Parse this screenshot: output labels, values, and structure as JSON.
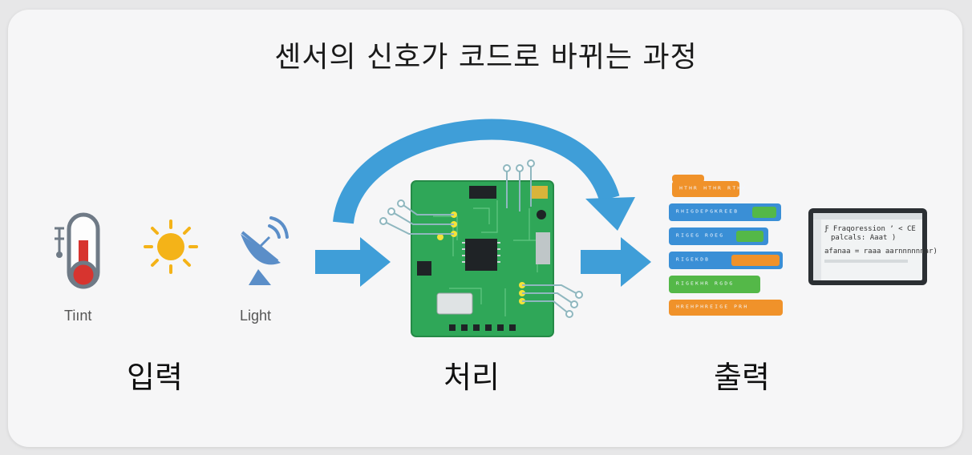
{
  "title": "센서의 신호가 코드로 바뀌는 과정",
  "stages": {
    "input": "입력",
    "process": "처리",
    "output": "출력"
  },
  "sensor_labels": {
    "temp": "Tiınt",
    "light": "Light"
  },
  "code_blocks": [
    {
      "text": "ᴴᵀᴴᴿ ᴴᵀᴴᴿ ᴿᵀᴴᴷ",
      "color": "#f0922a"
    },
    {
      "text": "ᴿᴴᴵᴳᴰᴱᴾᴳᴷᴿᴱᴱᴮ",
      "color": "#3a8fd6"
    },
    {
      "text": "ᴿᴵᴳᴱᴳ ᴿᴼᴱᴳ",
      "color": "#3a8fd6"
    },
    {
      "text": "ᴿᴵᴳᴱᴷᴰᴮ",
      "color": "#3a8fd6"
    },
    {
      "text": "ᴿᴵᴳᴱᴷᴴᴿ ᴿᴳᴰᴳ",
      "color": "#54b848"
    },
    {
      "text": "ᴴᴿᴱᴴᴾᴴᴿᴱᴵᴳᴱ ᴾᴿᴴ",
      "color": "#f0922a"
    }
  ],
  "screen_lines": [
    "Ƒ Fraqoression ʼ < CE",
    "palcals: Aaat )",
    "afanaa = raaa aarnnnnnnar)"
  ],
  "colors": {
    "arrow": "#3f9ed8",
    "board": "#2fa758",
    "orange_block": "#f0922a",
    "blue_block": "#3a8fd6",
    "green_block": "#54b848"
  }
}
